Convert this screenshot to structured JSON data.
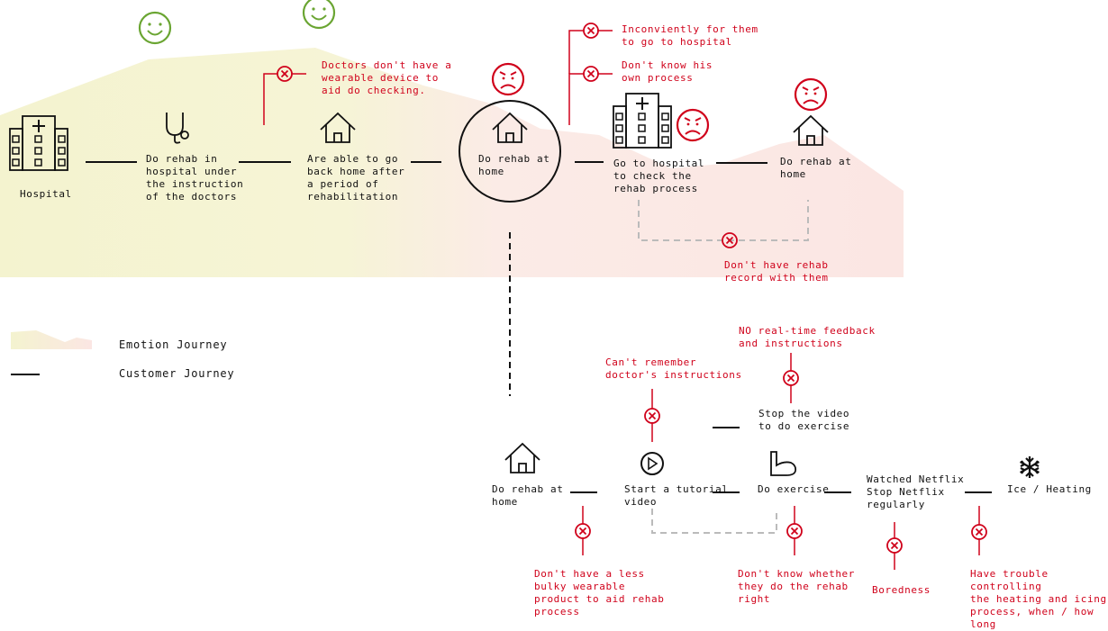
{
  "colors": {
    "pain": "#d0021b",
    "happy": "#6aa532",
    "line": "#111111",
    "dashed": "#bbbbbb",
    "emotion_good": "#f4f3cf",
    "emotion_bad": "#fbe9e6"
  },
  "journey": {
    "hospital": "Hospital",
    "rehab_in_hospital": "Do rehab in\nhospital under\nthe instruction\nof the doctors",
    "back_home": "Are able to go\nback home after\na period of\nrehabilitation",
    "rehab_home_1": "Do rehab at\nhome",
    "go_hospital": "Go to hospital\nto check the\nrehab process",
    "rehab_home_2": "Do rehab at\nhome"
  },
  "pains_top": {
    "no_wearable": "Doctors don't have a\nwearable device to\naid do checking.",
    "inconvenient": "Inconviently for them\nto go to hospital",
    "dont_know_process": "Don't know his\nown process",
    "no_record": "Don't have rehab\nrecord with them"
  },
  "detail": {
    "rehab_home": "Do rehab at\nhome",
    "tutorial": "Start a tutorial\nvideo",
    "exercise": "Do exercise",
    "stop_video": "Stop the video\nto do exercise",
    "netflix": "Watched Netflix\nStop Netflix\nregularly",
    "ice": "Ice / Heating"
  },
  "pains_bottom": {
    "cant_remember": "Can't remember\ndoctor's instructions",
    "no_feedback": "NO real-time feedback\nand instructions",
    "bulky": "Don't have a less\nbulky wearable\nproduct to aid rehab\nprocess",
    "dont_know_right": "Don't know whether\nthey do the rehab\nright",
    "boredness": "Boredness",
    "trouble": "Have trouble controlling\nthe heating and icing\nprocess, when / how long"
  },
  "legend": {
    "emotion": "Emotion Journey",
    "customer": "Customer Journey"
  },
  "icons": [
    "hospital-icon",
    "stethoscope-icon",
    "house-icon",
    "happy-face-icon",
    "sad-face-icon",
    "pain-point-icon",
    "play-icon",
    "arm-icon",
    "snowflake-icon"
  ]
}
